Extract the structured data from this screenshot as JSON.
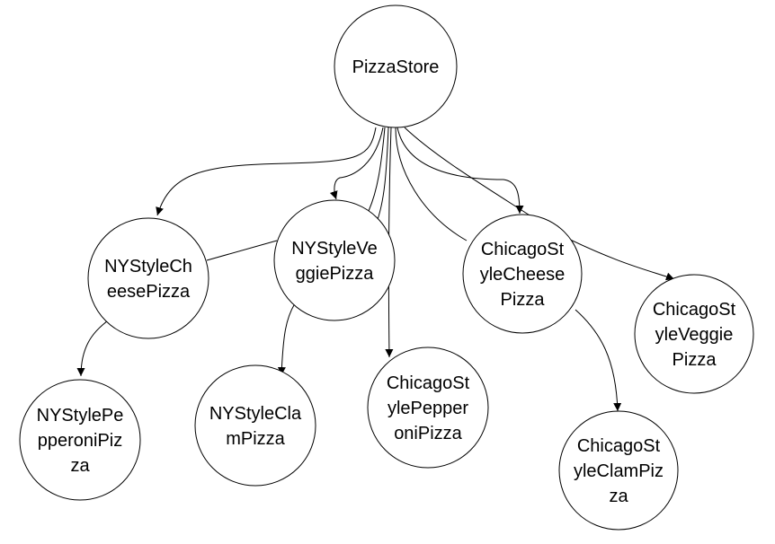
{
  "diagram": {
    "nodes": [
      {
        "id": "pizzastore",
        "lines": [
          "PizzaStore"
        ]
      },
      {
        "id": "ny-cheese",
        "lines": [
          "NYStyleCh",
          "eesePizza"
        ]
      },
      {
        "id": "ny-veggie",
        "lines": [
          "NYStyleVe",
          "ggiePizza"
        ]
      },
      {
        "id": "chicago-cheese",
        "lines": [
          "ChicagoSt",
          "yleCheese",
          "Pizza"
        ]
      },
      {
        "id": "chicago-veggie",
        "lines": [
          "ChicagoSt",
          "yleVeggie",
          "Pizza"
        ]
      },
      {
        "id": "ny-pepperoni",
        "lines": [
          "NYStylePe",
          "pperoniPiz",
          "za"
        ]
      },
      {
        "id": "ny-clam",
        "lines": [
          "NYStyleCla",
          "mPizza"
        ]
      },
      {
        "id": "chicago-pepperoni",
        "lines": [
          "ChicagoSt",
          "ylePepper",
          "oniPizza"
        ]
      },
      {
        "id": "chicago-clam",
        "lines": [
          "ChicagoSt",
          "yleClamPiz",
          "za"
        ]
      }
    ],
    "edges": [
      {
        "from": "pizzastore",
        "to": "ny-cheese",
        "directed": true
      },
      {
        "from": "pizzastore",
        "to": "ny-veggie",
        "directed": true
      },
      {
        "from": "pizzastore",
        "to": "chicago-cheese",
        "directed": true
      },
      {
        "from": "pizzastore",
        "to": "chicago-veggie",
        "directed": true
      },
      {
        "from": "pizzastore",
        "to": "chicago-pepperoni",
        "directed": true
      },
      {
        "from": "pizzastore",
        "to": "ny-veggie",
        "directed": false
      },
      {
        "from": "pizzastore",
        "to": "chicago-cheese",
        "directed": false
      },
      {
        "from": "ny-cheese",
        "to": "ny-veggie",
        "directed": false
      },
      {
        "from": "ny-cheese",
        "to": "ny-pepperoni",
        "directed": true
      },
      {
        "from": "ny-veggie",
        "to": "ny-clam",
        "directed": true
      },
      {
        "from": "chicago-cheese",
        "to": "chicago-clam",
        "directed": true
      }
    ]
  }
}
